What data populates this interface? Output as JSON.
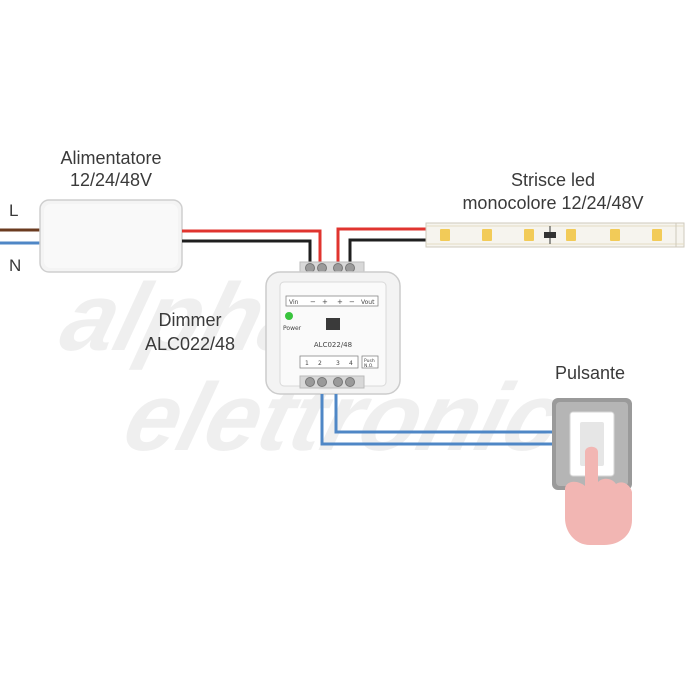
{
  "labels": {
    "power_supply": [
      "Alimentatore",
      "12/24/48V"
    ],
    "led_strip": [
      "Strisce led",
      "monocolore 12/24/48V"
    ],
    "dimmer": [
      "Dimmer",
      "ALC022/48"
    ],
    "pushbutton": "Pulsante",
    "line_L": "L",
    "line_N": "N"
  },
  "dimmer_device": {
    "model": "ALC022/48",
    "power_led_label": "Power",
    "terminal_vin": "Vin",
    "terminal_vout": "Vout",
    "terminal_minus": "−",
    "terminal_plus": "+",
    "button_label": "Push",
    "button_label_2": "N.O.",
    "bottom_terminals": [
      "1",
      "2",
      "3",
      "4"
    ]
  },
  "watermark": "alpha elettronica",
  "colors": {
    "wire_red": "#e0342f",
    "wire_black": "#1f1f1f",
    "wire_blue": "#4f87c6",
    "wire_brown": "#6b3b20",
    "power_led": "#39c43d",
    "button_plate": "#9a9a9a",
    "finger": "#f2b6b3"
  }
}
